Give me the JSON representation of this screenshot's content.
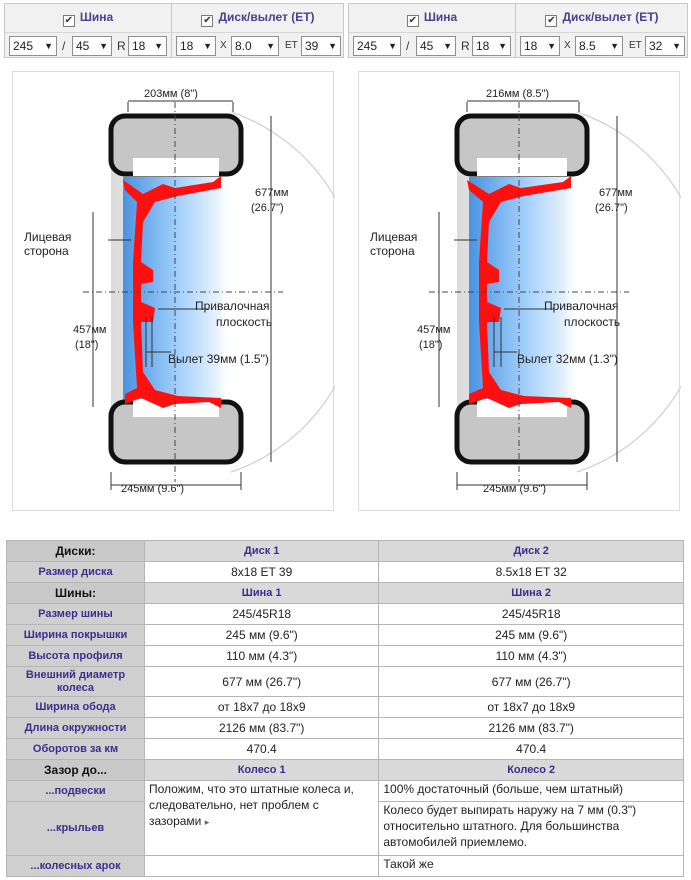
{
  "left_panel": {
    "tire_header": "Шина",
    "rim_header": "Диск/вылет (ET)",
    "tire_width": "245",
    "tire_sep": "/",
    "tire_profile": "45",
    "r_label": "R",
    "tire_diameter": "18",
    "rim_diameter": "18",
    "x_label": "X",
    "rim_width": "8.0",
    "et_label": "ET",
    "et_value": "39"
  },
  "right_panel": {
    "tire_header": "Шина",
    "rim_header": "Диск/вылет (ET)",
    "tire_width": "245",
    "tire_sep": "/",
    "tire_profile": "45",
    "r_label": "R",
    "tire_diameter": "18",
    "rim_diameter": "18",
    "x_label": "X",
    "rim_width": "8.5",
    "et_label": "ET",
    "et_value": "32"
  },
  "diagram1": {
    "rim_width": "203мм (8\")",
    "outer_d_mm": "677мм",
    "outer_d_in": "(26.7\")",
    "face_l1": "Лицевая",
    "face_l2": "сторона",
    "rim_d_mm": "457мм",
    "rim_d_in": "(18\")",
    "mount_l1": "Привалочная",
    "mount_l2": "плоскость",
    "offset": "Вылет 39мм (1.5\")",
    "tire_width": "245мм (9.6\")"
  },
  "diagram2": {
    "rim_width": "216мм (8.5\")",
    "outer_d_mm": "677мм",
    "outer_d_in": "(26.7\")",
    "face_l1": "Лицевая",
    "face_l2": "сторона",
    "rim_d_mm": "457мм",
    "rim_d_in": "(18\")",
    "mount_l1": "Привалочная",
    "mount_l2": "плоскость",
    "offset": "Вылет 32мм (1.3\")",
    "tire_width": "245мм (9.6\")"
  },
  "table": {
    "discs": {
      "label": "Диски:",
      "c1": "Диск 1",
      "c2": "Диск 2"
    },
    "disc_size": {
      "label": "Размер диска",
      "c1": "8x18 ET 39",
      "c2": "8.5x18 ET 32"
    },
    "tires": {
      "label": "Шины:",
      "c1": "Шина 1",
      "c2": "Шина 2"
    },
    "tire_size": {
      "label": "Размер шины",
      "c1": "245/45R18",
      "c2": "245/45R18"
    },
    "tread_width": {
      "label": "Ширина покрышки",
      "c1": "245 мм (9.6\")",
      "c2": "245 мм (9.6\")"
    },
    "profile_height": {
      "label": "Высота профиля",
      "c1": "110 мм (4.3\")",
      "c2": "110 мм (4.3\")"
    },
    "outer_diameter": {
      "label": "Внешний диаметр колеса",
      "c1": "677 мм (26.7\")",
      "c2": "677 мм (26.7\")"
    },
    "rim_width": {
      "label": "Ширина обода",
      "c1": "от 18x7 до 18x9",
      "c2": "от 18x7 до 18x9"
    },
    "circumference": {
      "label": "Длина окружности",
      "c1": "2126 мм (83.7\")",
      "c2": "2126 мм (83.7\")"
    },
    "revs": {
      "label": "Оборотов за км",
      "c1": "470.4",
      "c2": "470.4"
    },
    "clearance": {
      "label": "Зазор до...",
      "c1": "Колесо 1",
      "c2": "Колесо 2"
    },
    "suspension": {
      "label": "...подвески",
      "c2": "100% достаточный (больше, чем штатный)"
    },
    "fenders": {
      "label": "...крыльев",
      "c2": "Колесо будет выпирать наружу на 7 мм (0.3\") относительно штатного. Для большинства автомобилей приемлемо."
    },
    "arches": {
      "label": "...колесных арок",
      "c2": "Такой же"
    },
    "wheel1_note": "Положим, что это штатные колеса и, следовательно, нет проблем с зазорами"
  }
}
